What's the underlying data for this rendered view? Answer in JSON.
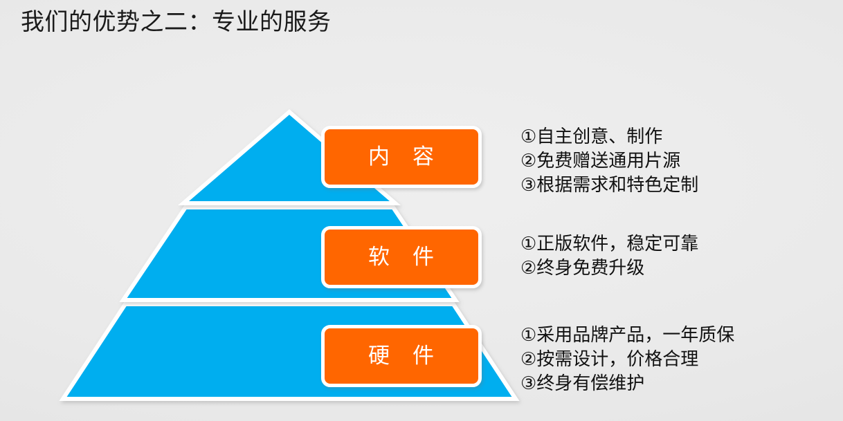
{
  "slide": {
    "title": "我们的优势之二：专业的服务",
    "background_color": "#E8E8E8"
  },
  "theme": {
    "pyramid_color": "#03AEEF",
    "box_color": "#FF6600",
    "box_border_color": "#FFFFFF",
    "text_color": "#111111",
    "title_color": "#1A1A1A"
  },
  "pyramid": {
    "name": "three-tier-pyramid",
    "tiers": [
      {
        "key": "content",
        "label": "内　容",
        "details": [
          "①自主创意、制作",
          "②免费赠送通用片源",
          "③根据需求和特色定制"
        ]
      },
      {
        "key": "software",
        "label": "软　件",
        "details": [
          "①正版软件，稳定可靠",
          "②终身免费升级"
        ]
      },
      {
        "key": "hardware",
        "label": "硬　件",
        "details": [
          "①采用品牌产品，一年质保",
          "②按需设计，价格合理",
          "③终身有偿维护"
        ]
      }
    ]
  }
}
